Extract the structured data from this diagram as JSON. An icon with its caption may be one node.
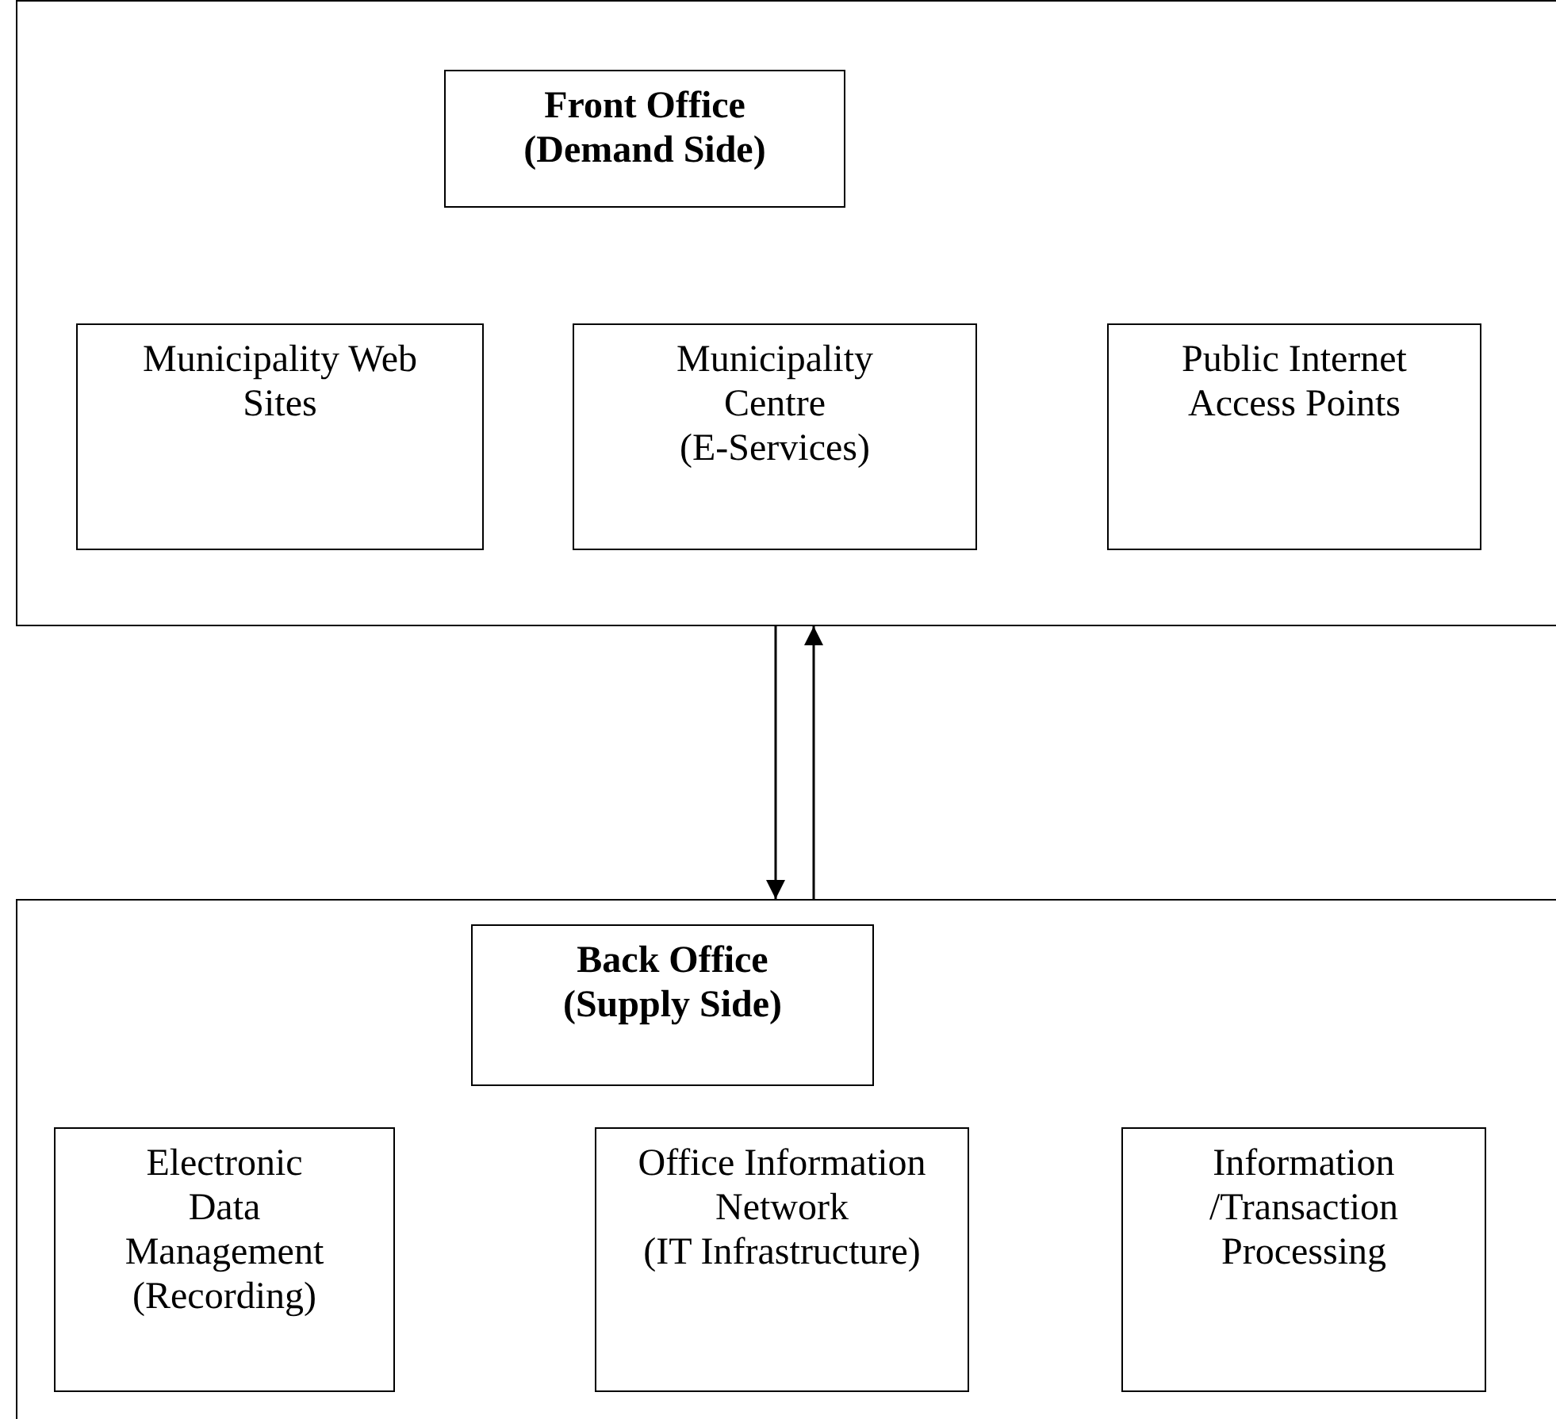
{
  "diagram": {
    "nodes": [
      {
        "text": [],
        "shape": "box"
      },
      {
        "text": [
          "Front Office (Demand Side)"
        ],
        "in": 0
      },
      {
        "text": [
          "Municipality Web Sites"
        ],
        "in": 0
      },
      {
        "text": [
          "Municipality Centre",
          "(E-Services)"
        ],
        "in": 0
      },
      {
        "text": [
          "Public Internet Access Points"
        ],
        "in": 0
      },
      {
        "text": [],
        "shape": "box"
      },
      {
        "text": [
          "Back Office (Supply Side)"
        ],
        "in": 5
      },
      {
        "text": [
          "Electronic Data Management",
          "(Recording)"
        ],
        "in": 5
      },
      {
        "text": [
          "Office Information Network",
          "(IT Infrastructure)"
        ],
        "in": 5
      },
      {
        "text": [
          "Information /Transaction Processing"
        ],
        "in": 5
      }
    ],
    "edges": [
      {
        "from": 0,
        "to": 5,
        "arrow": "to"
      },
      {
        "from": 5,
        "to": 0,
        "arrow": "to"
      }
    ]
  }
}
